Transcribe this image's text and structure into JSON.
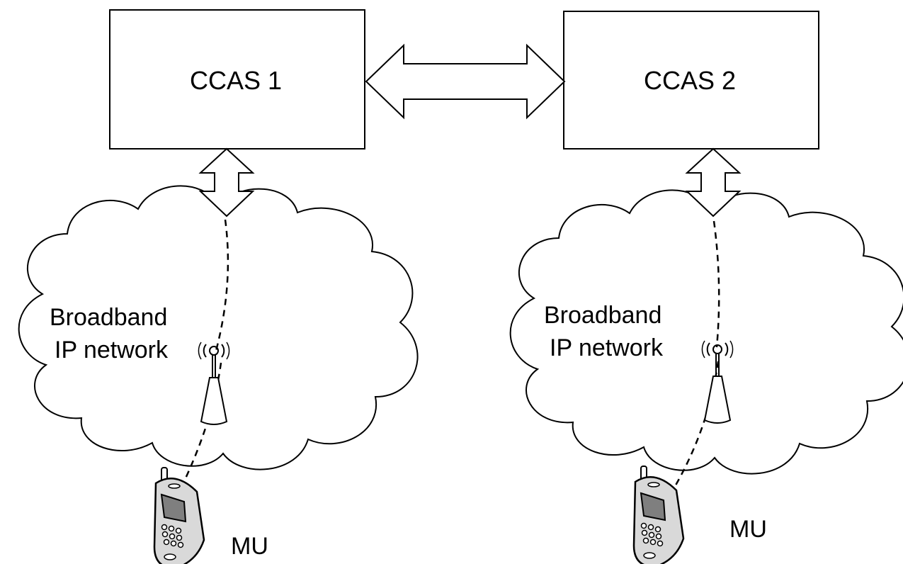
{
  "colors": {
    "stroke": "#000000",
    "fill": "#ffffff",
    "phone_body": "#d9d9d9",
    "phone_screen": "#7f7f7f"
  },
  "icons": [
    "server-box",
    "double-arrow",
    "cloud",
    "antenna-tower",
    "mobile-phone"
  ],
  "nodes": {
    "ccas1": {
      "label": "CCAS 1"
    },
    "ccas2": {
      "label": "CCAS 2"
    },
    "network_left": {
      "line1": "Broadband",
      "line2": "IP network"
    },
    "network_right": {
      "line1": "Broadband",
      "line2": "IP network"
    },
    "mu_left": {
      "label": "MU"
    },
    "mu_right": {
      "label": "MU"
    }
  }
}
